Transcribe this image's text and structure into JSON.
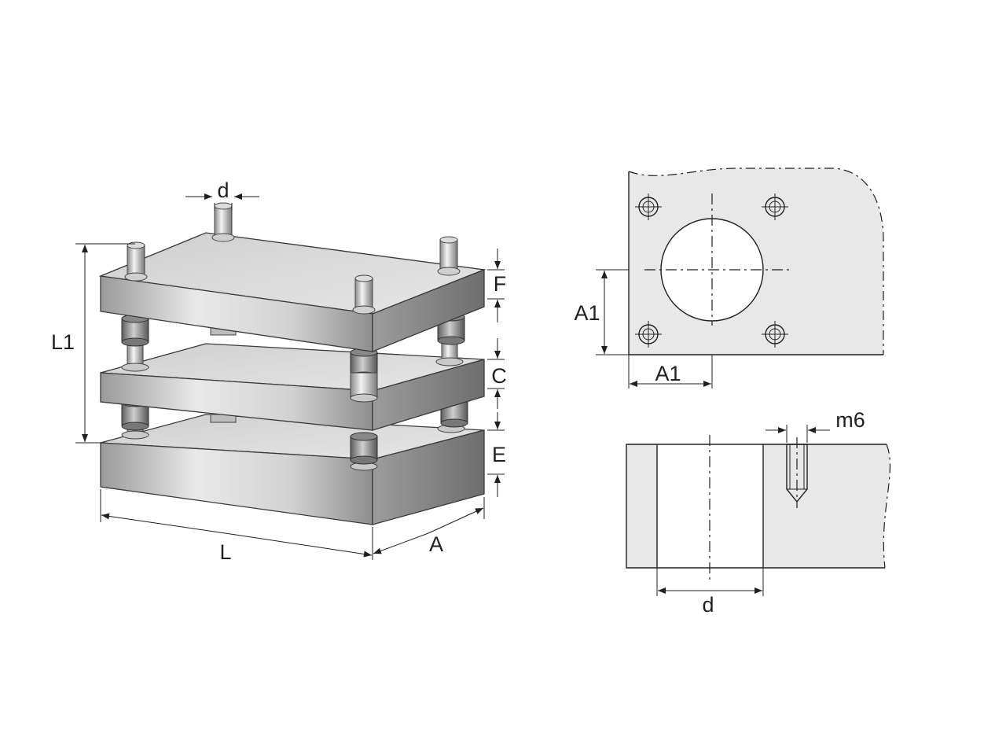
{
  "labels": {
    "d_top": "d",
    "L1": "L1",
    "F": "F",
    "C": "C",
    "E": "E",
    "L": "L",
    "A": "A",
    "A1_vertical": "A1",
    "A1_horizontal": "A1",
    "m6": "m6",
    "d_section": "d"
  },
  "colors": {
    "line": "#231f20",
    "fill_light": "#e8e8e8",
    "plate_top": "#dcdcdc",
    "plate_side": "#b4b4b4",
    "background": "#ffffff"
  }
}
